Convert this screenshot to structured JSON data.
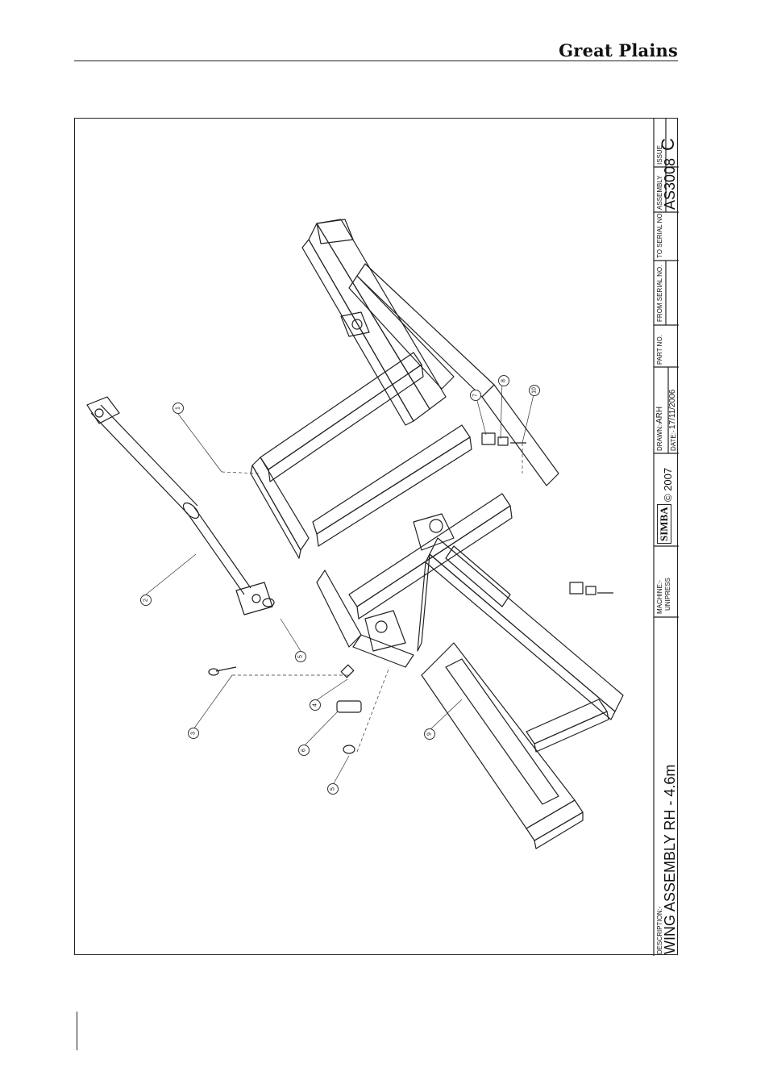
{
  "header": {
    "brand": "Great Plains"
  },
  "title_block": {
    "description_label": "DESCRIPTION:-",
    "description": "WING ASSEMBLY RH  -  4.6m",
    "machine_label": "MACHINE:-",
    "machine": "UNIPRESS",
    "logo_text": "SIMBA",
    "copyright": "© 2007",
    "drawn_label": "DRAWN:-",
    "drawn": "ARH",
    "date_label": "DATE:-",
    "date": "17/11/2006",
    "part_no_label": "PART NO.",
    "from_serial_label": "FROM SERIAL NO.",
    "to_serial_label": "TO SERIAL NO.",
    "assembly_label": "ASSEMBLY",
    "assembly": "AS3008",
    "issue_label": "ISSUE",
    "issue": "C"
  },
  "callouts": [
    "1",
    "2",
    "3",
    "5",
    "4",
    "6",
    "5",
    "9",
    "7",
    "8",
    "10"
  ]
}
